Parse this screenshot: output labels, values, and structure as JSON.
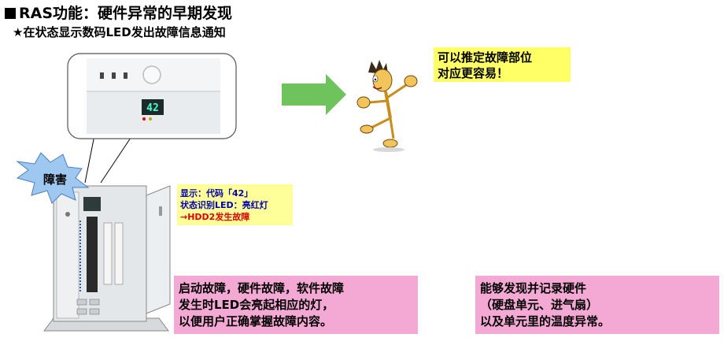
{
  "title": "RAS功能：硬件异常的早期发现",
  "subtitle": "★在状态显示数码LED发出故障信息通知",
  "fault_label": "障害",
  "led_display": "42",
  "callout_top": {
    "line1": "可以推定故障部位",
    "line2": "对应更容易！"
  },
  "status_note": {
    "line1": "显示：代码「42」",
    "line2": "状态识别LED：亮红灯",
    "line3": "→HDD2发生故障"
  },
  "note_left": {
    "line1": "启动故障，硬件故障，软件故障",
    "line2": "发生时LED会亮起相应的灯，",
    "line3": "以便用户正确掌握故障内容。"
  },
  "note_right": {
    "line1": "能够发现并记录硬件",
    "line2": "（硬盘单元、进气扇）",
    "line3": "以及单元里的温度异常。"
  },
  "colors": {
    "arrow": "#6fc35c",
    "burst": "#9ec8f0",
    "note_yellow": "#ffff66",
    "note_pink": "#f4a9d4",
    "led_red": "#e00000"
  }
}
